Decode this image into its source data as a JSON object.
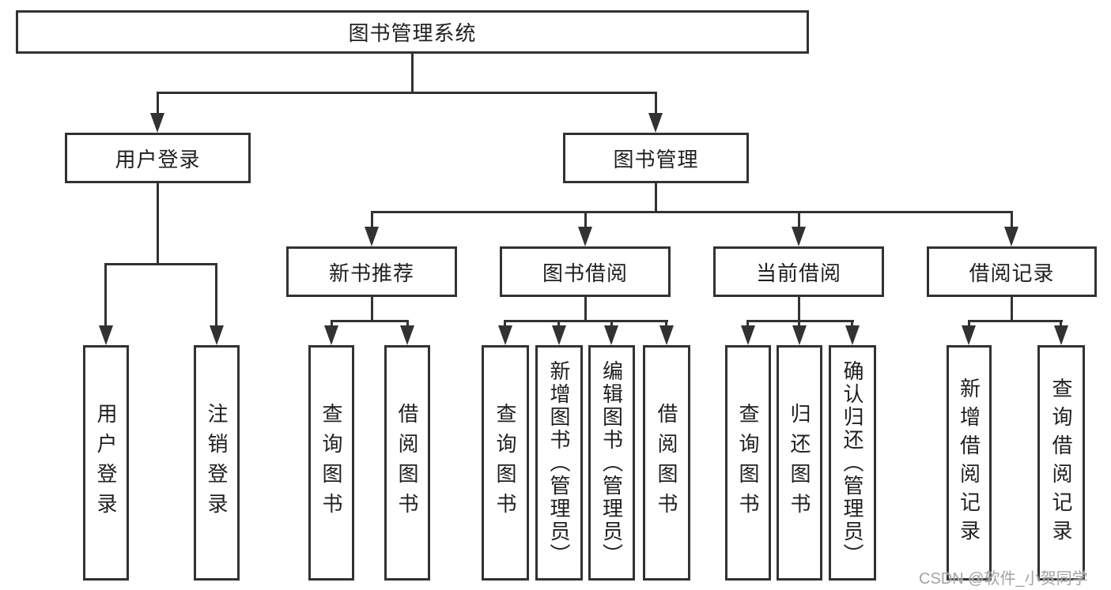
{
  "nodes": {
    "root": {
      "label": "图书管理系统"
    },
    "user_login": {
      "label": "用户登录"
    },
    "book_management": {
      "label": "图书管理"
    },
    "new_book_recommend": {
      "label": "新书推荐"
    },
    "book_borrow": {
      "label": "图书借阅"
    },
    "current_borrow": {
      "label": "当前借阅"
    },
    "borrow_record": {
      "label": "借阅记录"
    },
    "leaf_user_login": {
      "label": "用户登录"
    },
    "leaf_logout_login": {
      "label": "注销登录"
    },
    "leaf_newbook_query": {
      "label": "查询图书"
    },
    "leaf_newbook_borrow": {
      "label": "借阅图书"
    },
    "leaf_borrow_query": {
      "label": "查询图书"
    },
    "leaf_borrow_add": {
      "label": "新增图书（管理员）"
    },
    "leaf_borrow_edit": {
      "label": "编辑图书（管理员）"
    },
    "leaf_borrow_borrow": {
      "label": "借阅图书"
    },
    "leaf_current_query": {
      "label": "查询图书"
    },
    "leaf_current_return": {
      "label": "归还图书"
    },
    "leaf_current_confirm": {
      "label": "确认归还（管理员）"
    },
    "leaf_record_add": {
      "label": "新增借阅记录"
    },
    "leaf_record_query": {
      "label": "查询借阅记录"
    }
  },
  "watermark": {
    "text": "CSDN @软件_小贺同学"
  },
  "colors": {
    "line": "#323232",
    "border": "#323232",
    "text": "#1f1f1f",
    "watermark": "#a3a3a3",
    "background": "#ffffff"
  }
}
